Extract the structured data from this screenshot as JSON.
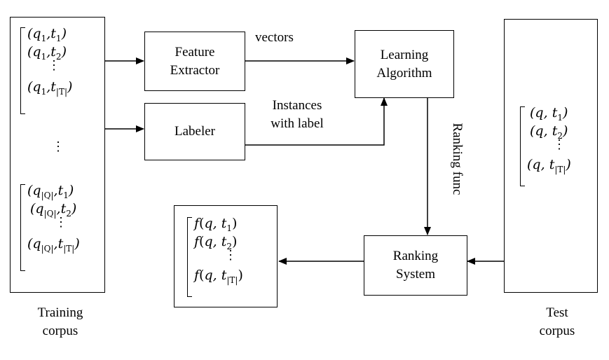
{
  "boxes": {
    "feature_extractor": [
      "Feature",
      "Extractor"
    ],
    "labeler": "Labeler",
    "learning_algorithm": [
      "Learning",
      "Algorithm"
    ],
    "ranking_system": [
      "Ranking",
      "System"
    ]
  },
  "edge_labels": {
    "vectors": "vectors",
    "instances_with_label": [
      "Instances",
      "with label"
    ],
    "ranking_func": "Ranking func"
  },
  "training_corpus": {
    "caption": [
      "Training",
      "corpus"
    ],
    "group1": [
      {
        "q": "q",
        "qsub": "1",
        "t": "t",
        "tsub": "1"
      },
      {
        "q": "q",
        "qsub": "1",
        "t": "t",
        "tsub": "2"
      },
      {
        "q": "q",
        "qsub": "1",
        "t": "t",
        "tsub": "|T|"
      }
    ],
    "middle_dots": "⋮",
    "group2": [
      {
        "q": "q",
        "qsub": "|Q|",
        "t": "t",
        "tsub": "1"
      },
      {
        "q": "q",
        "qsub": "|Q|",
        "t": "t",
        "tsub": "2"
      },
      {
        "q": "q",
        "qsub": "|Q|",
        "t": "t",
        "tsub": "|T|"
      }
    ]
  },
  "test_corpus": {
    "caption": [
      "Test",
      "corpus"
    ],
    "rows": [
      {
        "q": "q",
        "t": "t",
        "tsub": "1"
      },
      {
        "q": "q",
        "t": "t",
        "tsub": "2"
      },
      {
        "q": "q",
        "t": "t",
        "tsub": "|T|"
      }
    ]
  },
  "output": {
    "rows": [
      {
        "f": "f",
        "q": "q",
        "t": "t",
        "tsub": "1"
      },
      {
        "f": "f",
        "q": "q",
        "t": "t",
        "tsub": "2"
      },
      {
        "f": "f",
        "q": "q",
        "t": "t",
        "tsub": "|T|"
      }
    ]
  }
}
